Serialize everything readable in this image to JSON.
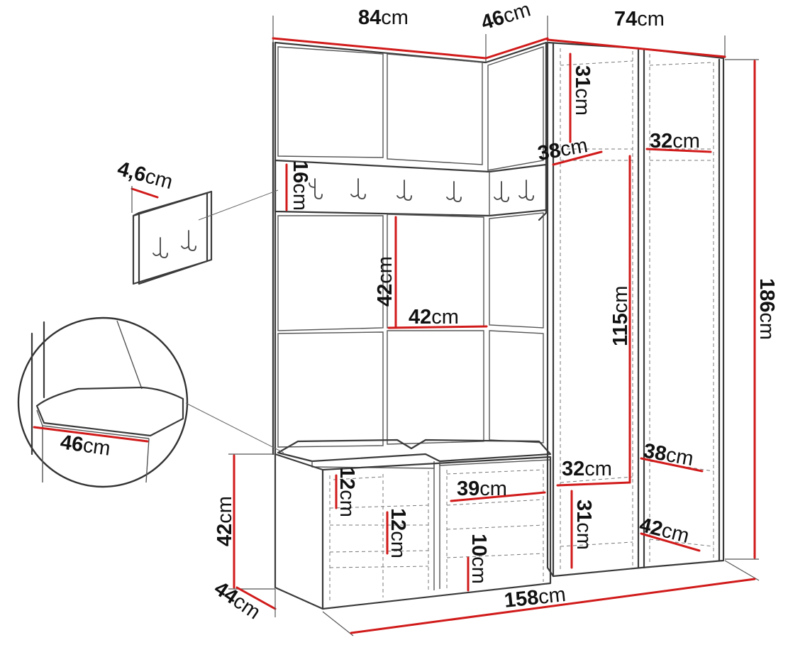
{
  "labels": {
    "top_left_width": {
      "value": "84",
      "unit": "cm"
    },
    "top_mid_depth": {
      "value": "46",
      "unit": "cm"
    },
    "top_right_width": {
      "value": "74",
      "unit": "cm"
    },
    "hook_strip_height": {
      "value": "16",
      "unit": "cm"
    },
    "hook_detail_thickness": {
      "value": "4,6",
      "unit": "cm"
    },
    "panel_height": {
      "value": "42",
      "unit": "cm"
    },
    "panel_width": {
      "value": "42",
      "unit": "cm"
    },
    "seat_depth": {
      "value": "46",
      "unit": "cm"
    },
    "top_shelf_height": {
      "value": "31",
      "unit": "cm"
    },
    "shelf_depth_left": {
      "value": "38",
      "unit": "cm"
    },
    "shelf_depth_right": {
      "value": "32",
      "unit": "cm"
    },
    "hanging_height": {
      "value": "115",
      "unit": "cm"
    },
    "total_height": {
      "value": "186",
      "unit": "cm"
    },
    "lower_right_depth": {
      "value": "38",
      "unit": "cm"
    },
    "inner_shelf_width": {
      "value": "32",
      "unit": "cm"
    },
    "bottom_comp_height": {
      "value": "31",
      "unit": "cm"
    },
    "base_right_depth": {
      "value": "42",
      "unit": "cm"
    },
    "bench_height": {
      "value": "42",
      "unit": "cm"
    },
    "bench_depth": {
      "value": "44",
      "unit": "cm"
    },
    "total_width": {
      "value": "158",
      "unit": "cm"
    },
    "left_cubby_height": {
      "value": "12",
      "unit": "cm"
    },
    "mid_cubby_height": {
      "value": "12",
      "unit": "cm"
    },
    "drawer_width": {
      "value": "39",
      "unit": "cm"
    },
    "low_cubby_height": {
      "value": "10",
      "unit": "cm"
    }
  },
  "colors": {
    "dimension_line": "#d11a1a",
    "outline": "#3a3a3a",
    "background": "#ffffff"
  },
  "icons": [
    "coat-hook-icon",
    "magnifier-detail-circle"
  ]
}
